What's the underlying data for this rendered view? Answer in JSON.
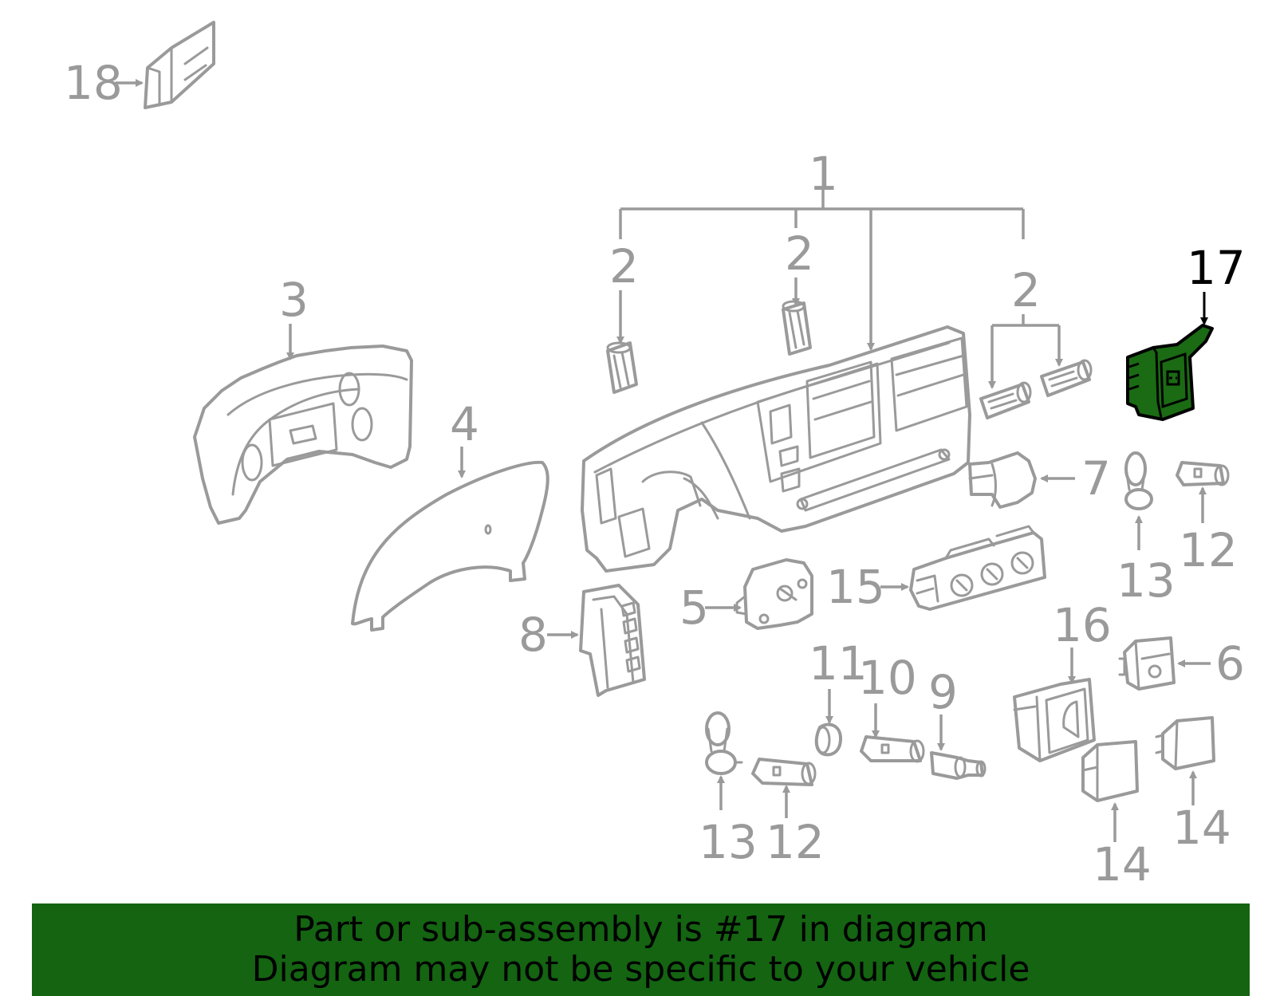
{
  "callouts": {
    "c1": "1",
    "c2a": "2",
    "c2b": "2",
    "c2c": "2",
    "c3": "3",
    "c4": "4",
    "c5": "5",
    "c6": "6",
    "c7": "7",
    "c8": "8",
    "c9": "9",
    "c10": "10",
    "c11": "11",
    "c12a": "12",
    "c12b": "12",
    "c13a": "13",
    "c13b": "13",
    "c14a": "14",
    "c14b": "14",
    "c15": "15",
    "c16": "16",
    "c17": "17",
    "c18": "18"
  },
  "highlighted_part": "17",
  "colors": {
    "line": "#9a9a9a",
    "highlight_fill": "#1a6b13",
    "banner": "#146412",
    "text": "#000000"
  },
  "banner": {
    "line1": "Part or sub-assembly is #17 in diagram",
    "line2": "Diagram may not be specific to your vehicle"
  }
}
